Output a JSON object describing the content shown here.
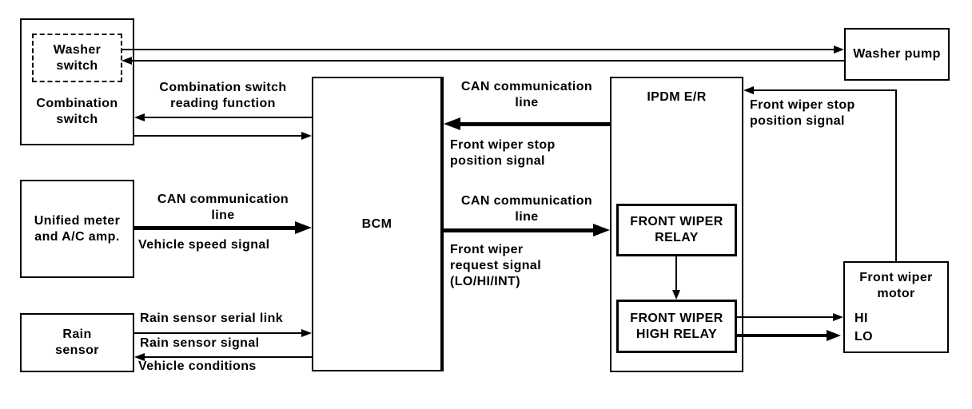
{
  "diagram_type": "block-diagram",
  "colors": {
    "line": "#000000",
    "background": "#ffffff"
  },
  "nodes": {
    "combination_switch": {
      "l1": "Combination",
      "l2": "switch"
    },
    "washer_switch": {
      "l1": "Washer",
      "l2": "switch"
    },
    "unified_meter": {
      "l1": "Unified meter",
      "l2": "and A/C amp."
    },
    "rain_sensor": {
      "l1": "Rain",
      "l2": "sensor"
    },
    "bcm": {
      "label": "BCM"
    },
    "ipdm": {
      "label": "IPDM E/R"
    },
    "front_wiper_relay": {
      "l1": "FRONT WIPER",
      "l2": "RELAY"
    },
    "front_wiper_high_relay": {
      "l1": "FRONT WIPER",
      "l2": "HIGH RELAY"
    },
    "washer_pump": {
      "label": "Washer pump"
    },
    "front_wiper_motor": {
      "l1": "Front wiper",
      "l2": "motor",
      "hi": "HI",
      "lo": "LO"
    }
  },
  "signals": {
    "combo_reading": {
      "l1": "Combination switch",
      "l2": "reading function"
    },
    "can_left": {
      "l1": "CAN communication",
      "l2": "line"
    },
    "vehicle_speed": "Vehicle speed signal",
    "rain_serial": "Rain sensor serial link",
    "rain_signal": "Rain sensor signal",
    "vehicle_conditions": "Vehicle conditions",
    "can_top": {
      "l1": "CAN communication",
      "l2": "line"
    },
    "stop_mid": {
      "l1": "Front wiper stop",
      "l2": "position signal"
    },
    "can_bottom": {
      "l1": "CAN communication",
      "l2": "line"
    },
    "wiper_request": {
      "l1": "Front wiper",
      "l2": "request signal",
      "l3": "(LO/HI/INT)"
    },
    "stop_right": {
      "l1": "Front wiper stop",
      "l2": "position signal"
    }
  }
}
